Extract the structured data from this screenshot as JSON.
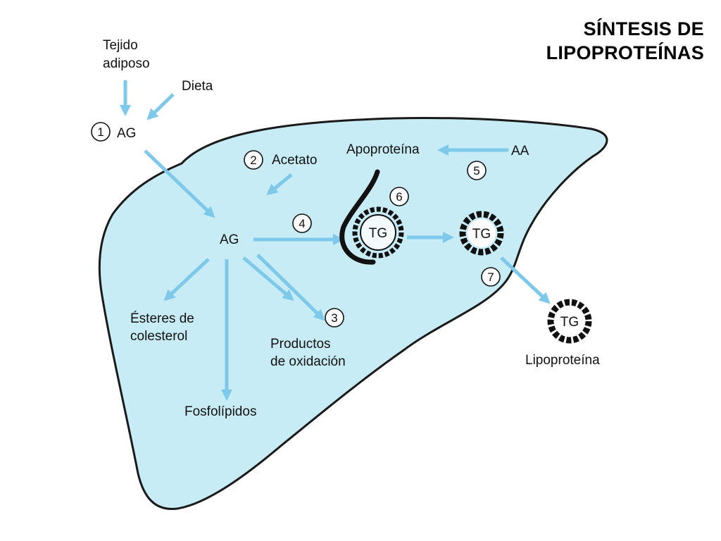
{
  "title": {
    "line1": "SÍNTESIS DE",
    "line2": "LIPOPROTEÍNAS"
  },
  "colors": {
    "liver_fill": "#c7ecf6",
    "liver_stroke": "#1a1a1a",
    "arrow": "#7ec8ea",
    "text": "#111111"
  },
  "labels": {
    "tejido_line1": "Tejido",
    "tejido_line2": "adiposo",
    "dieta": "Dieta",
    "ag_top": "AG",
    "acetato": "Acetato",
    "apoproteina": "Apoproteína",
    "aa": "AA",
    "ag_center": "AG",
    "esteres_line1": "Ésteres de",
    "esteres_line2": "colesterol",
    "productos_line1": "Productos",
    "productos_line2": "de oxidación",
    "fosfolipidos": "Fosfolípidos",
    "lipoproteina": "Lipoproteína"
  },
  "step_numbers": {
    "s1": "1",
    "s2": "2",
    "s3": "3",
    "s4": "4",
    "s5": "5",
    "s6": "6",
    "s7": "7"
  },
  "tg_labels": {
    "inner": "TG",
    "middle": "TG",
    "outer": "TG"
  }
}
